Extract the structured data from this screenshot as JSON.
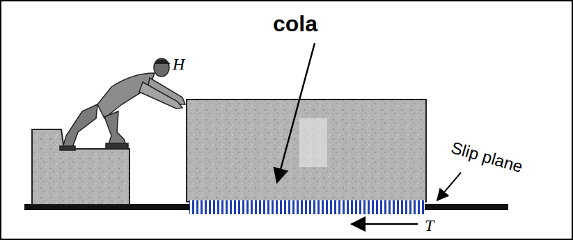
{
  "diagram": {
    "labels": [
      "cola",
      "H",
      "Slip plane",
      "T"
    ]
  }
}
